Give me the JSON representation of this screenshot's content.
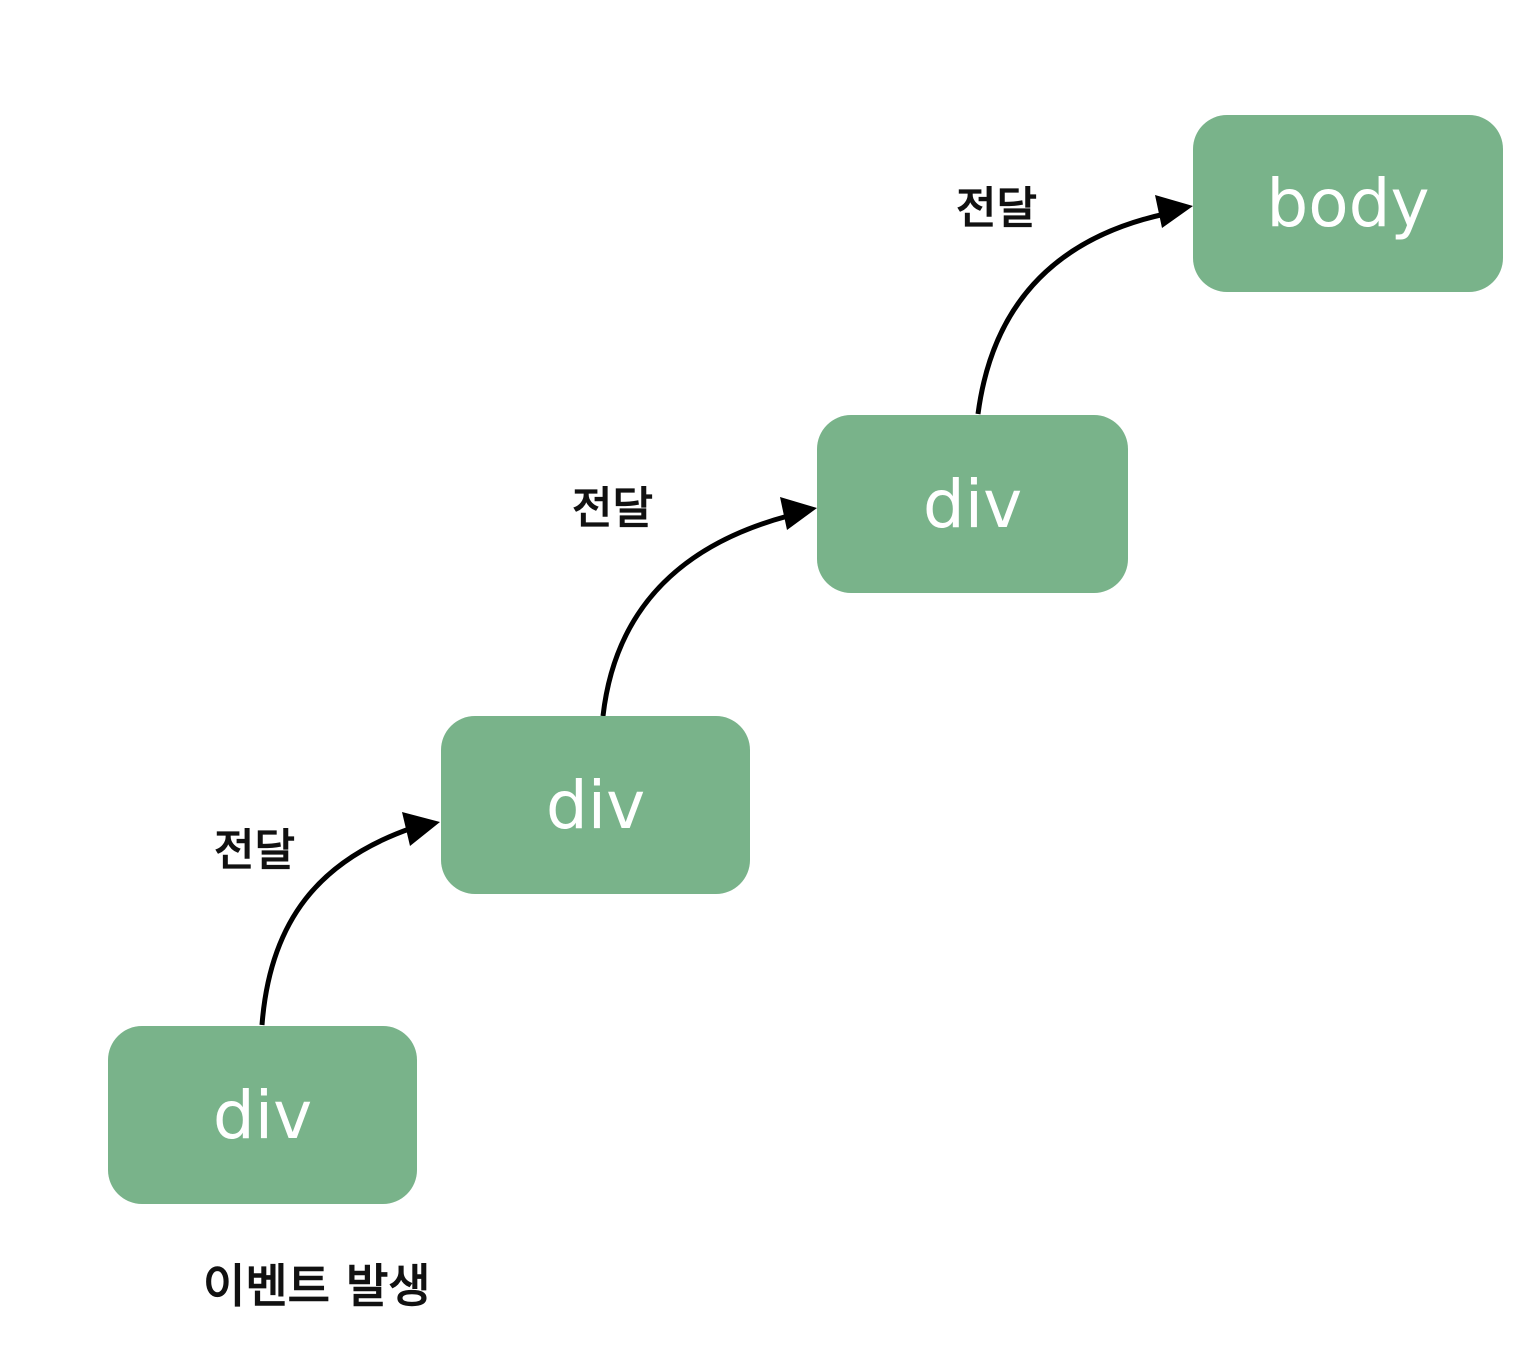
{
  "colors": {
    "node_fill": "#79b38a",
    "node_text": "#ffffff",
    "arrow": "#000000",
    "label_text": "#111111"
  },
  "nodes": [
    {
      "id": "div-1",
      "label": "div"
    },
    {
      "id": "div-2",
      "label": "div"
    },
    {
      "id": "div-3",
      "label": "div"
    },
    {
      "id": "body",
      "label": "body"
    }
  ],
  "edges": [
    {
      "from": "div-1",
      "to": "div-2",
      "label": "전달"
    },
    {
      "from": "div-2",
      "to": "div-3",
      "label": "전달"
    },
    {
      "from": "div-3",
      "to": "body",
      "label": "전달"
    }
  ],
  "caption": "이벤트 발생"
}
